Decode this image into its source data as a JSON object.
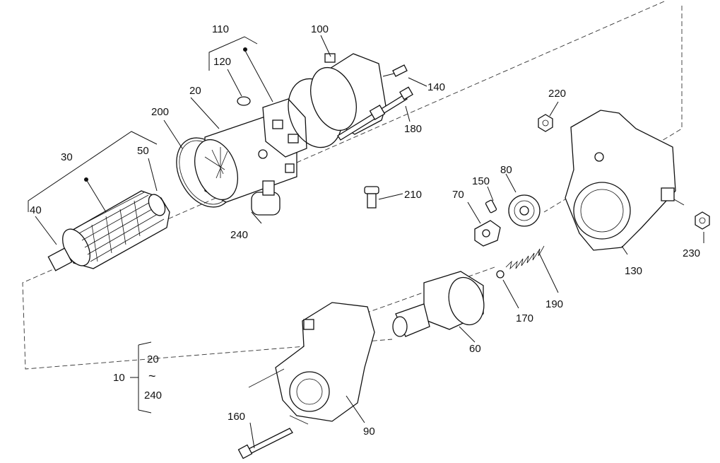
{
  "labels": {
    "p10": "10",
    "p20": "20",
    "p30": "30",
    "p40": "40",
    "p50": "50",
    "p60": "60",
    "p70": "70",
    "p80": "80",
    "p90": "90",
    "p100": "100",
    "p110": "110",
    "p120": "120",
    "p130": "130",
    "p140": "140",
    "p150": "150",
    "p160": "160",
    "p170": "170",
    "p180": "180",
    "p190": "190",
    "p200": "200",
    "p210": "210",
    "p220": "220",
    "p230": "230",
    "p240": "240",
    "range_from": "20",
    "range_tilde": "~",
    "range_to": "240"
  }
}
